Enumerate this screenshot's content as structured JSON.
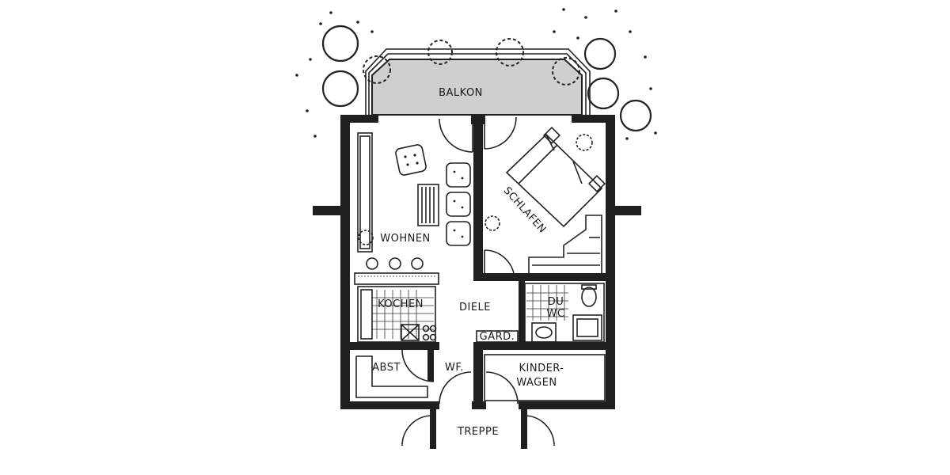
{
  "floorplan": {
    "rooms": {
      "balkon": "BALKON",
      "wohnen": "WOHNEN",
      "schlafen": "SCHLAFEN",
      "kochen": "KOCHEN",
      "diele": "DIELE",
      "du": "DU",
      "wc": "WC",
      "gard": "GARD.",
      "abst": "ABST",
      "wf": "WF.",
      "kinder": "KINDER-",
      "wagen": "WAGEN",
      "treppe": "TREPPE"
    },
    "colors": {
      "wall": "#1f1f1f",
      "balcony_fill": "#cfcfcf",
      "background": "#ffffff"
    }
  }
}
